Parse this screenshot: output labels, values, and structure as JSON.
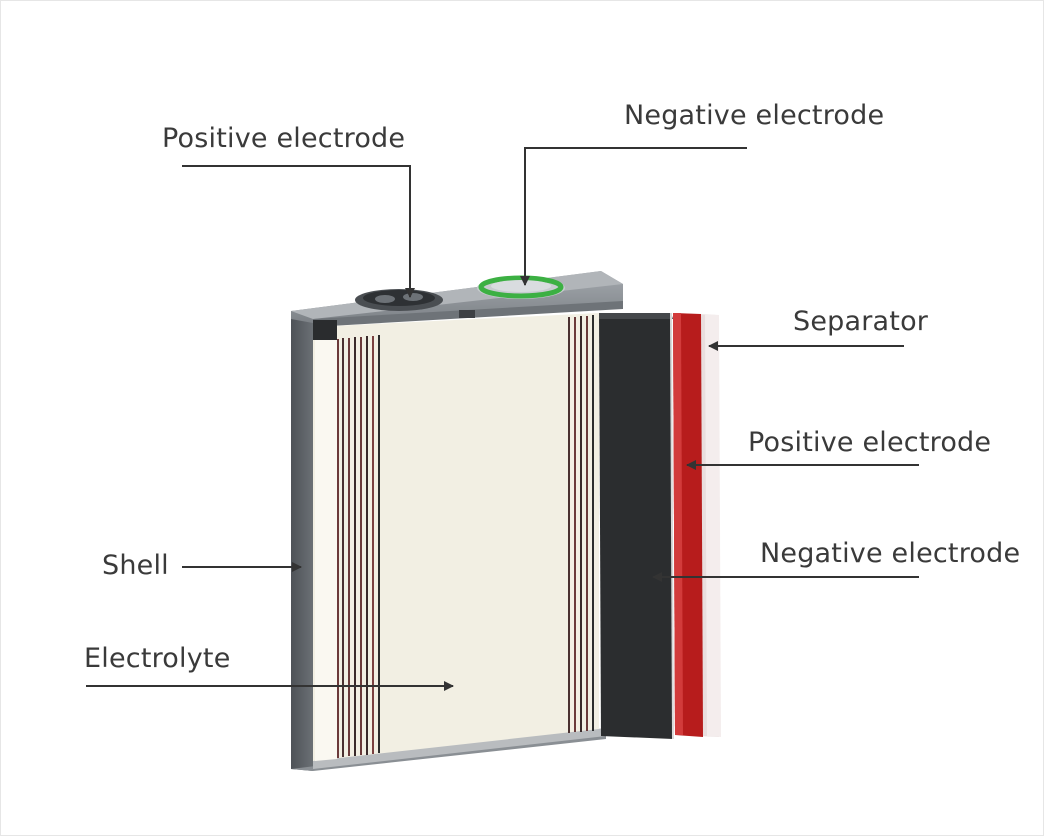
{
  "labels": {
    "positive_top": "Positive electrode",
    "negative_top": "Negative electrode",
    "separator": "Separator",
    "positive_right": "Positive electrode",
    "negative_right": "Negative electrode",
    "shell": "Shell",
    "electrolyte": "Electrolyte"
  },
  "colors": {
    "shell": "#5c6066",
    "electrolyte": "#f2efe3",
    "negative_sheet": "#2b2d2f",
    "positive_sheet": "#b71c1c",
    "separator": "#e9dede",
    "terminal_green": "#3cb043",
    "leader_line": "#333333"
  }
}
